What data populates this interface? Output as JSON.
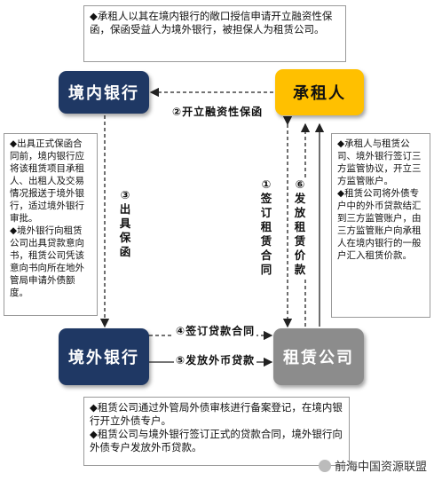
{
  "nodes": {
    "domestic_bank": "境内银行",
    "lessee": "承租人",
    "overseas_bank": "境外银行",
    "leasing_company": "租赁公司"
  },
  "notes": {
    "top": "◆承租人以其在境内银行的敞口授信申请开立融资性保函，保函受益人为境外银行，被担保人为租赁公司。",
    "left": "◆出具正式保函合同前，境内银行应将该租赁项目承租人、出租人及交易情况报送于境外银行，适过境外银行审批。\n◆境外银行向租赁公司出具贷款意向书，租赁公司凭该意向书向所在地外管局申请外债额度。",
    "right": "◆承租人与租赁公司、境外银行签订三方监管协议，开立三方监管账户。\n◆租赁公司将外债专户中的外币贷款结汇到三方监管账户，由三方监管账户向承租人在境内银行的一般户汇入租赁价款。",
    "bottom": "◆租赁公司通过外管局外债审核进行备案登记，在境内银行开立外债专户。\n◆租赁公司与境外银行签订正式的贷款合同，境外银行向外债专户发放外币贷款。"
  },
  "steps": {
    "s1": "①签订租赁合同",
    "s2": "②开立融资性保函",
    "s3": "③出具保函",
    "s4": "④签订贷款合同",
    "s5": "⑤发放外币贷款",
    "s6": "⑥发放租赁价款"
  },
  "watermark": "前海中国资源联盟",
  "colors": {
    "bank": "#1f3864",
    "lessee": "#ffc000",
    "leasing": "#8c8c8c"
  }
}
